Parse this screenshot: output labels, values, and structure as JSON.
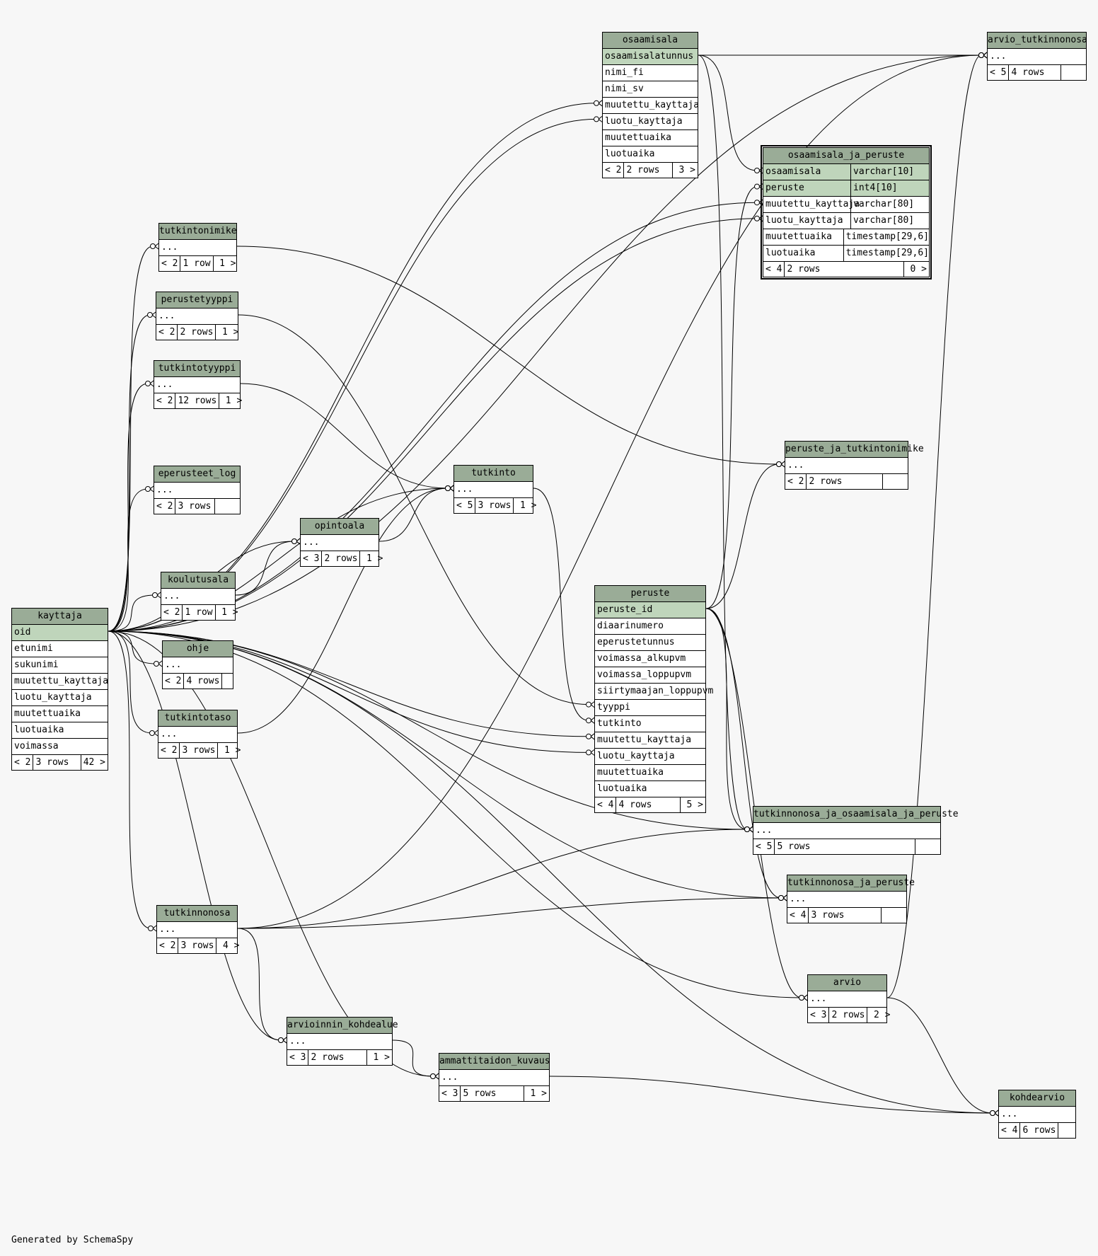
{
  "diagram": {
    "footer": "Generated by SchemaSpy",
    "tables": [
      {
        "id": "osaamisala",
        "title": "osaamisala",
        "rows": [
          {
            "name": "osaamisalatunnus",
            "pk": true
          },
          {
            "name": "nimi_fi"
          },
          {
            "name": "nimi_sv"
          },
          {
            "name": "muutettu_kayttaja"
          },
          {
            "name": "luotu_kayttaja"
          },
          {
            "name": "muutettuaika"
          },
          {
            "name": "luotuaika"
          }
        ],
        "footer": [
          "< 2",
          "2 rows",
          "3 >"
        ]
      },
      {
        "id": "arvio_tutkinnonosa",
        "title": "arvio_tutkinnonosa",
        "rows": [
          {
            "name": "..."
          }
        ],
        "footer": [
          "< 5",
          "4 rows",
          ""
        ]
      },
      {
        "id": "osaamisala_ja_peruste",
        "title": "osaamisala_ja_peruste",
        "rows": [
          {
            "name": "osaamisala",
            "type": "varchar[10]",
            "pk": true
          },
          {
            "name": "peruste",
            "type": "int4[10]",
            "pk": true
          },
          {
            "name": "muutettu_kayttaja",
            "type": "varchar[80]"
          },
          {
            "name": "luotu_kayttaja",
            "type": "varchar[80]"
          },
          {
            "name": "muutettuaika",
            "type": "timestamp[29,6]"
          },
          {
            "name": "luotuaika",
            "type": "timestamp[29,6]"
          }
        ],
        "footer": [
          "< 4",
          "2 rows",
          "0 >"
        ]
      },
      {
        "id": "tutkintonimike",
        "title": "tutkintonimike",
        "rows": [
          {
            "name": "..."
          }
        ],
        "footer": [
          "< 2",
          "1 row",
          "1 >"
        ]
      },
      {
        "id": "perustetyyppi",
        "title": "perustetyyppi",
        "rows": [
          {
            "name": "..."
          }
        ],
        "footer": [
          "< 2",
          "2 rows",
          "1 >"
        ]
      },
      {
        "id": "tutkintotyyppi",
        "title": "tutkintotyyppi",
        "rows": [
          {
            "name": "..."
          }
        ],
        "footer": [
          "< 2",
          "12 rows",
          "1 >"
        ]
      },
      {
        "id": "eperusteet_log",
        "title": "eperusteet_log",
        "rows": [
          {
            "name": "..."
          }
        ],
        "footer": [
          "< 2",
          "3 rows",
          ""
        ]
      },
      {
        "id": "tutkinto",
        "title": "tutkinto",
        "rows": [
          {
            "name": "..."
          }
        ],
        "footer": [
          "< 5",
          "3 rows",
          "1 >"
        ]
      },
      {
        "id": "peruste_ja_tutkintonimike",
        "title": "peruste_ja_tutkintonimike",
        "rows": [
          {
            "name": "..."
          }
        ],
        "footer": [
          "< 2",
          "2 rows",
          ""
        ]
      },
      {
        "id": "opintoala",
        "title": "opintoala",
        "rows": [
          {
            "name": "..."
          }
        ],
        "footer": [
          "< 3",
          "2 rows",
          "1 >"
        ]
      },
      {
        "id": "koulutusala",
        "title": "koulutusala",
        "rows": [
          {
            "name": "..."
          }
        ],
        "footer": [
          "< 2",
          "1 row",
          "1 >"
        ]
      },
      {
        "id": "kayttaja",
        "title": "kayttaja",
        "rows": [
          {
            "name": "oid",
            "pk": true
          },
          {
            "name": "etunimi"
          },
          {
            "name": "sukunimi"
          },
          {
            "name": "muutettu_kayttaja"
          },
          {
            "name": "luotu_kayttaja"
          },
          {
            "name": "muutettuaika"
          },
          {
            "name": "luotuaika"
          },
          {
            "name": "voimassa"
          }
        ],
        "footer": [
          "< 2",
          "3 rows",
          "42 >"
        ]
      },
      {
        "id": "ohje",
        "title": "ohje",
        "rows": [
          {
            "name": "..."
          }
        ],
        "footer": [
          "< 2",
          "4 rows",
          ""
        ]
      },
      {
        "id": "peruste",
        "title": "peruste",
        "rows": [
          {
            "name": "peruste_id",
            "pk": true
          },
          {
            "name": "diaarinumero"
          },
          {
            "name": "eperustetunnus"
          },
          {
            "name": "voimassa_alkupvm"
          },
          {
            "name": "voimassa_loppupvm"
          },
          {
            "name": "siirtymaajan_loppupvm"
          },
          {
            "name": "tyyppi"
          },
          {
            "name": "tutkinto"
          },
          {
            "name": "muutettu_kayttaja"
          },
          {
            "name": "luotu_kayttaja"
          },
          {
            "name": "muutettuaika"
          },
          {
            "name": "luotuaika"
          }
        ],
        "footer": [
          "< 4",
          "4 rows",
          "5 >"
        ]
      },
      {
        "id": "tutkintotaso",
        "title": "tutkintotaso",
        "rows": [
          {
            "name": "..."
          }
        ],
        "footer": [
          "< 2",
          "3 rows",
          "1 >"
        ]
      },
      {
        "id": "tutkinnonosa_ja_osaamisala_ja_peruste",
        "title": "tutkinnonosa_ja_osaamisala_ja_peruste",
        "rows": [
          {
            "name": "..."
          }
        ],
        "footer": [
          "< 5",
          "5 rows",
          ""
        ]
      },
      {
        "id": "tutkinnonosa_ja_peruste",
        "title": "tutkinnonosa_ja_peruste",
        "rows": [
          {
            "name": "..."
          }
        ],
        "footer": [
          "< 4",
          "3 rows",
          ""
        ]
      },
      {
        "id": "tutkinnonosa",
        "title": "tutkinnonosa",
        "rows": [
          {
            "name": "..."
          }
        ],
        "footer": [
          "< 2",
          "3 rows",
          "4 >"
        ]
      },
      {
        "id": "arvio",
        "title": "arvio",
        "rows": [
          {
            "name": "..."
          }
        ],
        "footer": [
          "< 3",
          "2 rows",
          "2 >"
        ]
      },
      {
        "id": "arvioinnin_kohdealue",
        "title": "arvioinnin_kohdealue",
        "rows": [
          {
            "name": "..."
          }
        ],
        "footer": [
          "< 3",
          "2 rows",
          "1 >"
        ]
      },
      {
        "id": "ammattitaidon_kuvaus",
        "title": "ammattitaidon_kuvaus",
        "rows": [
          {
            "name": "..."
          }
        ],
        "footer": [
          "< 3",
          "5 rows",
          "1 >"
        ]
      },
      {
        "id": "kohdearvio",
        "title": "kohdearvio",
        "rows": [
          {
            "name": "..."
          }
        ],
        "footer": [
          "< 4",
          "6 rows",
          ""
        ]
      }
    ]
  }
}
